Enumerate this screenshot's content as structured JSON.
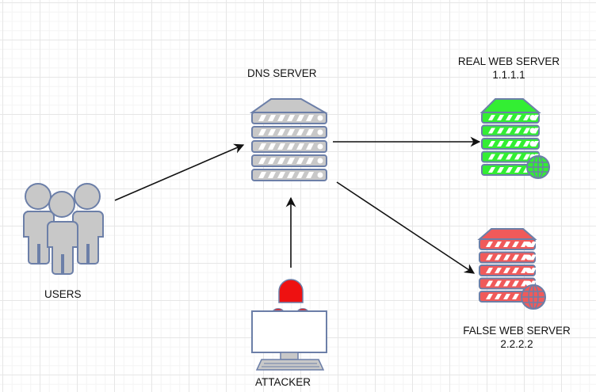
{
  "diagram": {
    "nodes": {
      "users": {
        "label": "USERS",
        "icon": "users-group-icon"
      },
      "dns": {
        "label": "DNS SERVER",
        "icon": "server-rack-icon"
      },
      "real": {
        "label": "REAL WEB SERVER",
        "ip": "1.1.1.1",
        "icon": "web-server-icon"
      },
      "false": {
        "label": "FALSE WEB SERVER",
        "ip": "2.2.2.2",
        "icon": "web-server-icon"
      },
      "attacker": {
        "label": "ATTACKER",
        "icon": "hacker-workstation-icon"
      }
    },
    "edges": [
      {
        "from": "users",
        "to": "dns"
      },
      {
        "from": "dns",
        "to": "real"
      },
      {
        "from": "dns",
        "to": "false"
      },
      {
        "from": "attacker",
        "to": "dns"
      }
    ],
    "colors": {
      "dns_fill": "#c8c8c8",
      "real_fill": "#33ee33",
      "false_fill": "#f05a5a",
      "outline": "#6c7fa8",
      "attacker_head": "#ee1111",
      "arrow": "#111111"
    }
  }
}
